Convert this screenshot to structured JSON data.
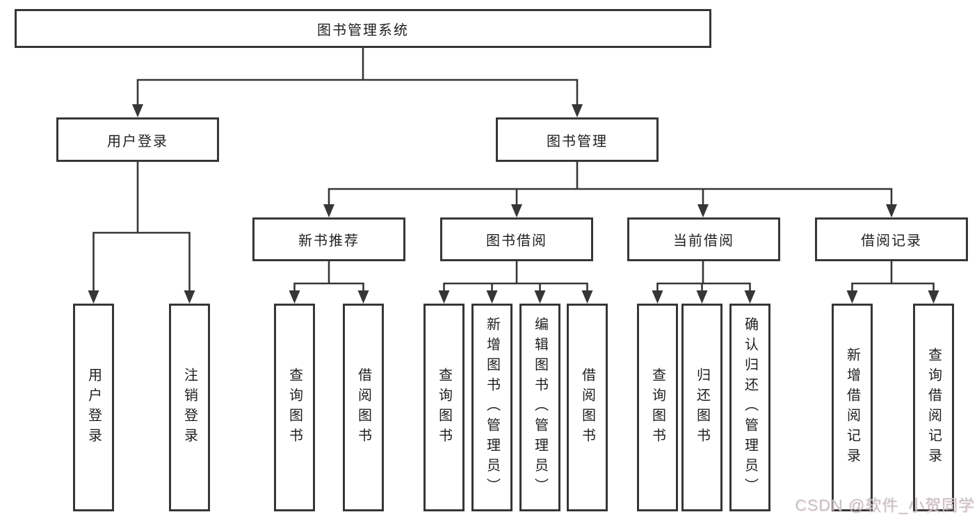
{
  "diagram_title": "图书管理系统",
  "colors": {
    "line": "#363638",
    "box_border": "#363638",
    "text": "#1f1f22",
    "background": "#ffffff",
    "watermark": "#c7c2c4"
  },
  "tree": {
    "root": {
      "label": "图书管理系统"
    },
    "user_login": {
      "label": "用户登录",
      "children": [
        "用户登录",
        "注销登录"
      ]
    },
    "book_management": {
      "label": "图书管理"
    },
    "new_book_recommend": {
      "label": "新书推荐",
      "children": [
        "查询图书",
        "借阅图书"
      ]
    },
    "book_borrowing": {
      "label": "图书借阅",
      "children": [
        "查询图书",
        "新增图书（管理员）",
        "编辑图书（管理员）",
        "借阅图书"
      ]
    },
    "current_borrowing": {
      "label": "当前借阅",
      "children": [
        "查询图书",
        "归还图书",
        "确认归还（管理员）"
      ]
    },
    "borrowing_records": {
      "label": "借阅记录",
      "children": [
        "新增借阅记录",
        "查询借阅记录"
      ]
    }
  },
  "watermark": {
    "text": "CSDN @软件_小贺同学"
  }
}
